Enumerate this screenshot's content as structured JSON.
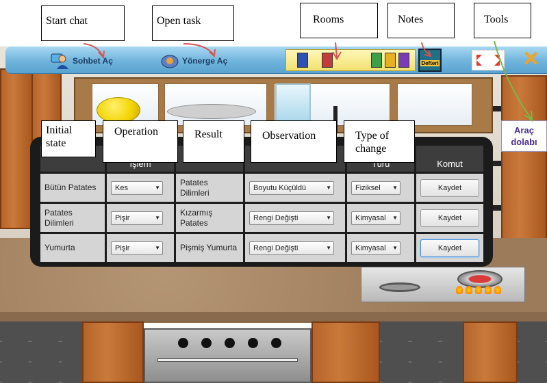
{
  "toolbar": {
    "start_chat_label": "Sohbet Aç",
    "open_task_label": "Yönerge Aç",
    "notes_label": "Defteri"
  },
  "side_tools_label": "Araç dolabı",
  "annotations": {
    "start_chat": "Start chat",
    "open_task": "Open task",
    "rooms": "Rooms",
    "notes": "Notes",
    "tools": "Tools",
    "initial_state": "Initial state",
    "operation": "Operation",
    "result": "Result",
    "observation": "Observation",
    "type_of_change": "Type of change"
  },
  "table": {
    "headers": [
      "",
      "İşlem",
      "",
      "",
      "Türü",
      "Komut"
    ],
    "rows": [
      {
        "initial": "Bütün Patates",
        "operation": "Kes",
        "result": "Patates Dilimleri",
        "observation": "Boyutu Küçüldü",
        "type": "Fiziksel",
        "command": "Kaydet"
      },
      {
        "initial": "Patates Dilimleri",
        "operation": "Pişir",
        "result": "Kızarmış Patates",
        "observation": "Rengi Değişti",
        "type": "Kimyasal",
        "command": "Kaydet"
      },
      {
        "initial": "Yumurta",
        "operation": "Pişir",
        "result": "Pişmiş Yumurta",
        "observation": "Rengi Değişti",
        "type": "Kimyasal",
        "command": "Kaydet"
      }
    ]
  },
  "colors": {
    "toolbar": "#6fb4dc",
    "panel": "#1b1b1b",
    "arrow_red": "#d9534f",
    "arrow_green": "#7ab648",
    "close_orange": "#f7a21a"
  },
  "icons": [
    "chat-person-icon",
    "task-icon",
    "rooms-icon",
    "notebook-icon",
    "tools-expand-icon",
    "close-icon"
  ]
}
